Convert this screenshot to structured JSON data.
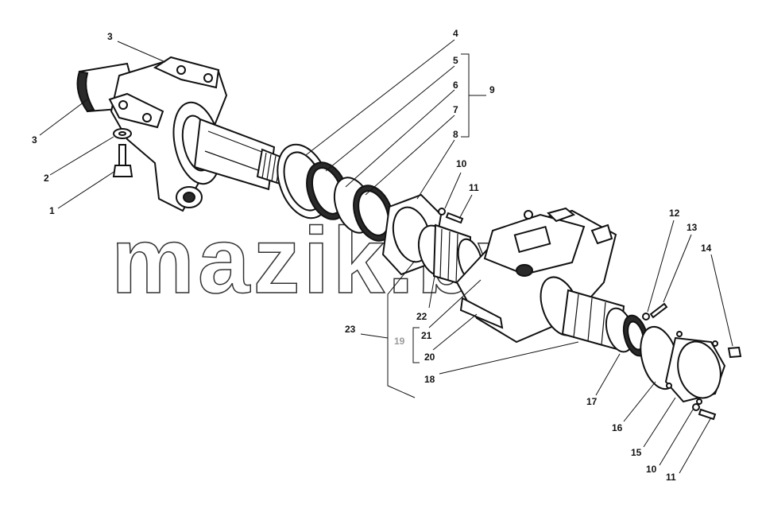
{
  "watermark": "mazik.by",
  "callouts": [
    {
      "id": "l1",
      "text": "1"
    },
    {
      "id": "l2",
      "text": "2"
    },
    {
      "id": "l3a",
      "text": "3"
    },
    {
      "id": "l3b",
      "text": "3"
    },
    {
      "id": "l4",
      "text": "4"
    },
    {
      "id": "l5",
      "text": "5"
    },
    {
      "id": "l6",
      "text": "6"
    },
    {
      "id": "l7",
      "text": "7"
    },
    {
      "id": "l8",
      "text": "8"
    },
    {
      "id": "l9",
      "text": "9"
    },
    {
      "id": "l10a",
      "text": "10"
    },
    {
      "id": "l11a",
      "text": "11"
    },
    {
      "id": "l12",
      "text": "12"
    },
    {
      "id": "l13",
      "text": "13"
    },
    {
      "id": "l14",
      "text": "14"
    },
    {
      "id": "l15",
      "text": "15"
    },
    {
      "id": "l10b",
      "text": "10"
    },
    {
      "id": "l11b",
      "text": "11"
    },
    {
      "id": "l16",
      "text": "16"
    },
    {
      "id": "l17",
      "text": "17"
    },
    {
      "id": "l18",
      "text": "18"
    },
    {
      "id": "l19",
      "text": "19"
    },
    {
      "id": "l20",
      "text": "20"
    },
    {
      "id": "l21",
      "text": "21"
    },
    {
      "id": "l22",
      "text": "22"
    },
    {
      "id": "l23",
      "text": "23"
    }
  ]
}
